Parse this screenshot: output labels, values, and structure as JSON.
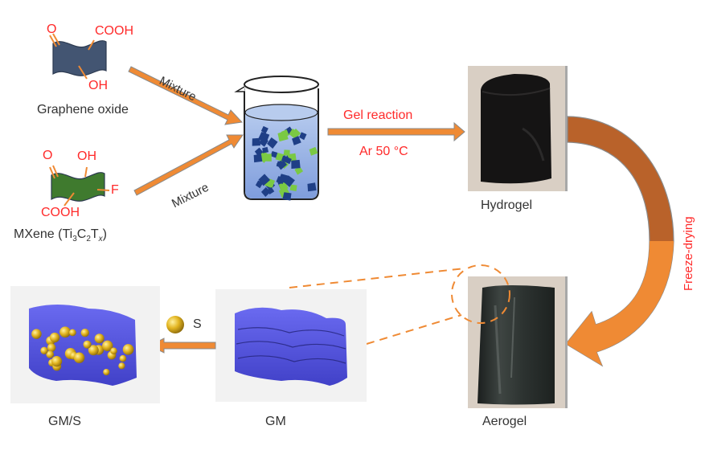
{
  "colors": {
    "arrow_orange": "#ef8a34",
    "arrow_outline": "#8a8a8a",
    "arc_brown": "#b9622a",
    "chem_red": "#ff2a2a",
    "graphene_sheet": "#435572",
    "mxene_sheet": "#3f7a2e",
    "gm_blue": "#5252e0",
    "sulfur_gold": "#e0b21c",
    "photo_bg": "#d9cfc4",
    "panel_bg": "#f2f2f2",
    "label_dark": "#333333"
  },
  "reactants": {
    "graphene_oxide": {
      "name": "Graphene oxide",
      "groups": [
        "O",
        "COOH",
        "OH"
      ]
    },
    "mxene": {
      "name_prefix": "MXene (Ti",
      "sub1": "3",
      "mid1": "C",
      "sub2": "2",
      "mid2": "T",
      "sub3": "x",
      "name_suffix": ")",
      "groups": [
        "O",
        "OH",
        "F",
        "COOH"
      ]
    }
  },
  "arrows": {
    "mixture_top": "Mixture",
    "mixture_bottom": "Mixture",
    "gel_reaction": "Gel reaction",
    "gel_condition": "Ar 50 °C",
    "freeze_drying": "Freeze-drying",
    "sulfur_label": "S"
  },
  "products": {
    "hydrogel": "Hydrogel",
    "aerogel": "Aerogel",
    "gm": "GM",
    "gms": "GM/S"
  }
}
